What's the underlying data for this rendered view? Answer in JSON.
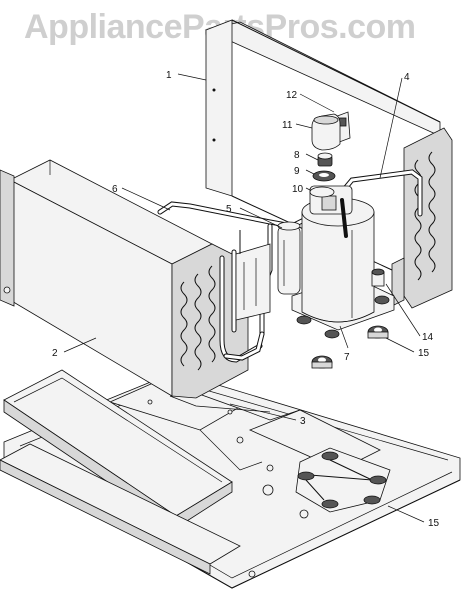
{
  "watermark": "AppliancePartsPros.com",
  "callouts": [
    "1",
    "2",
    "3",
    "4",
    "5",
    "6",
    "7",
    "8",
    "9",
    "10",
    "11",
    "12",
    "14",
    "15",
    "15"
  ]
}
